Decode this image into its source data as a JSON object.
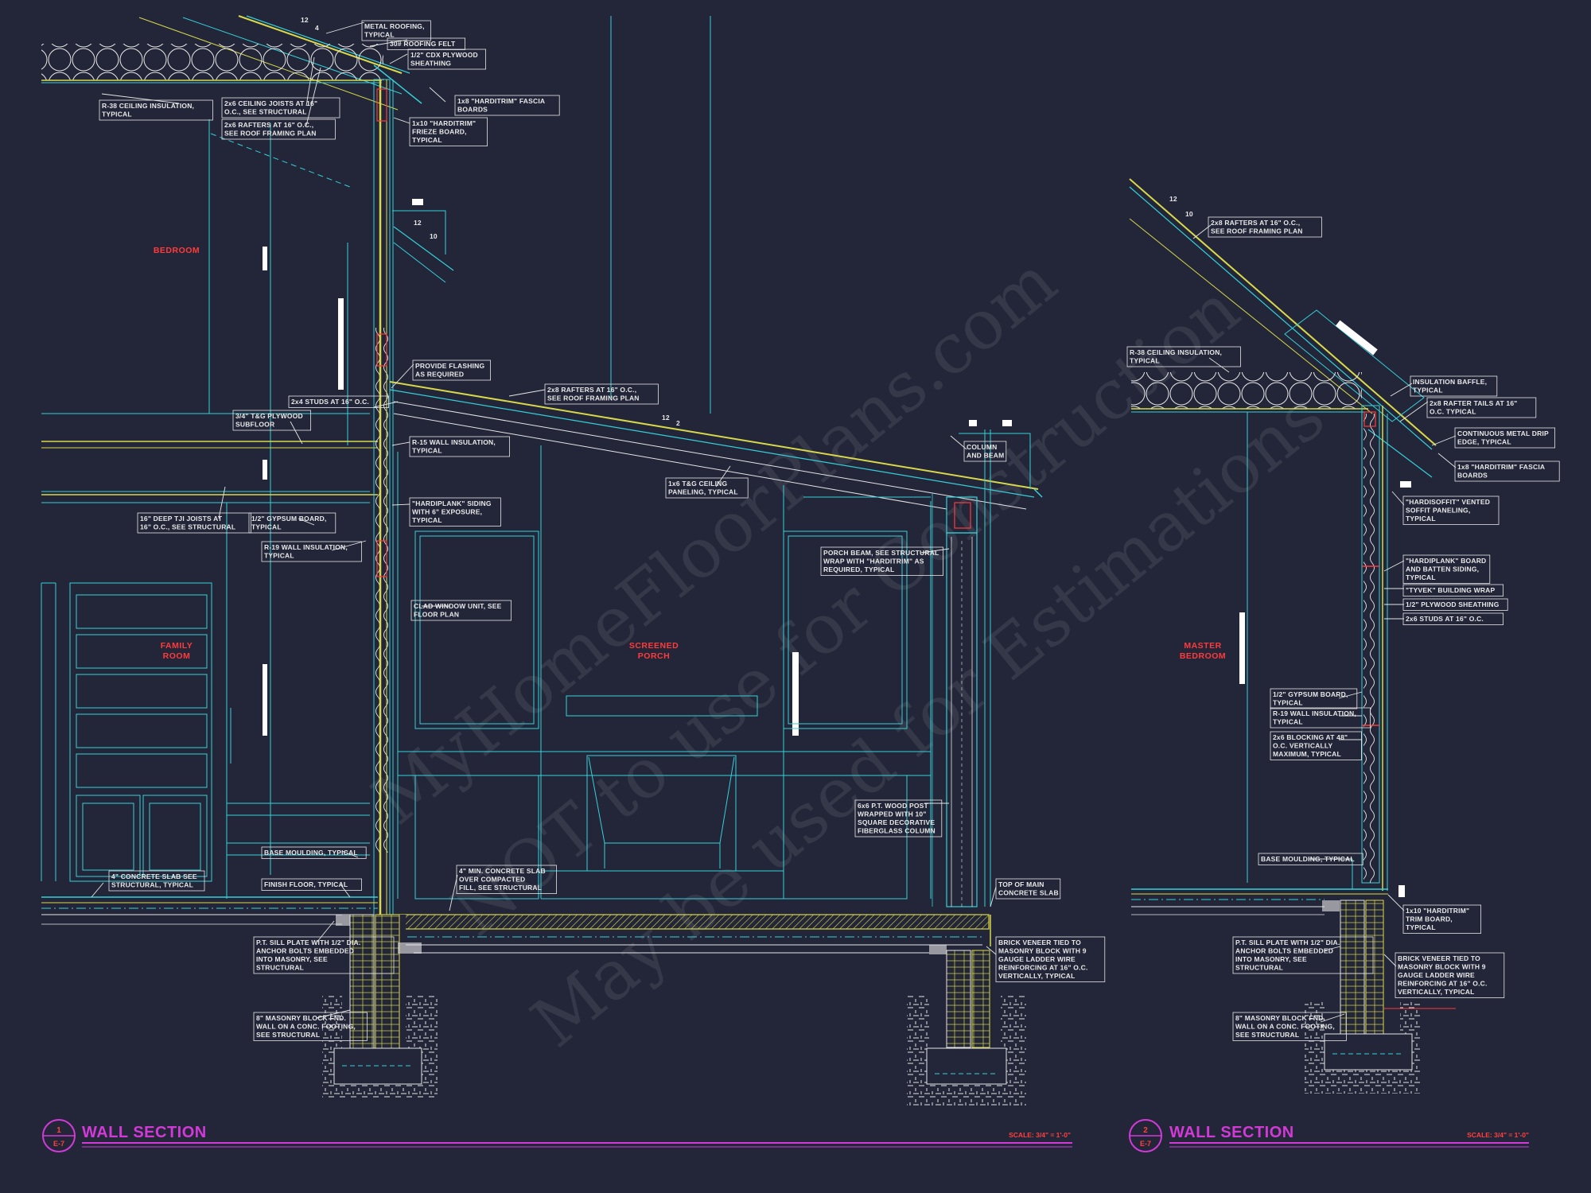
{
  "watermark": {
    "line1": "MyHomeFloorPlans.com",
    "line2": "NOT to use for Construction",
    "line3": "May be used for Estimations"
  },
  "section1": {
    "title": "WALL SECTION",
    "detail_number": "1",
    "sheet_ref": "E-7",
    "scale": "SCALE: 3/4\" = 1'-0\"",
    "rooms": {
      "bedroom": "BEDROOM",
      "family_room_1": "FAMILY",
      "family_room_2": "ROOM",
      "porch_1": "SCREENED",
      "porch_2": "PORCH"
    },
    "slopes": {
      "main_roof_run": "12",
      "main_roof_rise": "4",
      "gable_run": "12",
      "gable_rise": "10",
      "porch_run": "12",
      "porch_rise": "2"
    },
    "notes": [
      {
        "id": "metal-roofing",
        "lines": [
          "METAL ROOFING,",
          "TYPICAL"
        ]
      },
      {
        "id": "roofing-felt",
        "lines": [
          "30# ROOFING FELT"
        ]
      },
      {
        "id": "plywood-sheathing",
        "lines": [
          "1/2\" CDX PLYWOOD",
          "SHEATHING"
        ]
      },
      {
        "id": "fascia",
        "lines": [
          "1x8 \"HARDITRIM\" FASCIA",
          "BOARDS"
        ]
      },
      {
        "id": "frieze",
        "lines": [
          "1x10 \"HARDITRIM\"",
          "FRIEZE BOARD,",
          "TYPICAL"
        ]
      },
      {
        "id": "ceiling-insulation",
        "lines": [
          "R-38 CEILING INSULATION,",
          "TYPICAL"
        ]
      },
      {
        "id": "ceiling-joists",
        "lines": [
          "2x6 CEILING JOISTS AT 16\"",
          "O.C., SEE STRUCTURAL"
        ]
      },
      {
        "id": "rafters",
        "lines": [
          "2x6 RAFTERS AT 16\" O.C.,",
          "SEE ROOF FRAMING PLAN"
        ]
      },
      {
        "id": "flashing",
        "lines": [
          "PROVIDE FLASHING",
          "AS REQUIRED"
        ]
      },
      {
        "id": "porch-rafters",
        "lines": [
          "2x8 RAFTERS AT 16\" O.C.,",
          "SEE ROOF FRAMING PLAN"
        ]
      },
      {
        "id": "studs",
        "lines": [
          "2x4 STUDS AT 16\" O.C."
        ]
      },
      {
        "id": "subfloor",
        "lines": [
          "3/4\" T&G PLYWOOD",
          "SUBFLOOR"
        ]
      },
      {
        "id": "r15-insulation",
        "lines": [
          "R-15 WALL INSULATION,",
          "TYPICAL"
        ]
      },
      {
        "id": "column-beam",
        "lines": [
          "COLUMN",
          "AND BEAM"
        ]
      },
      {
        "id": "ceiling-paneling",
        "lines": [
          "1x6 T&G CEILING",
          "PANELING, TYPICAL"
        ]
      },
      {
        "id": "tji-joists",
        "lines": [
          "16\" DEEP TJI JOISTS AT",
          "16\" O.C., SEE STRUCTURAL"
        ]
      },
      {
        "id": "gypsum",
        "lines": [
          "1/2\" GYPSUM BOARD,",
          "TYPICAL"
        ]
      },
      {
        "id": "hardiplank",
        "lines": [
          "\"HARDIPLANK\" SIDING",
          "WITH 6\" EXPOSURE,",
          "TYPICAL"
        ]
      },
      {
        "id": "porch-beam",
        "lines": [
          "PORCH BEAM, SEE STRUCTURAL",
          "WRAP WITH \"HARDITRIM\" AS",
          "REQUIRED, TYPICAL"
        ]
      },
      {
        "id": "r19-insulation",
        "lines": [
          "R-19 WALL INSULATION,",
          "TYPICAL"
        ]
      },
      {
        "id": "window",
        "lines": [
          "CLAD WINDOW UNIT, SEE",
          "FLOOR PLAN"
        ]
      },
      {
        "id": "wood-post",
        "lines": [
          "6x6 P.T. WOOD POST",
          "WRAPPED WITH 10\"",
          "SQUARE DECORATIVE",
          "FIBERGLASS COLUMN"
        ]
      },
      {
        "id": "base-moulding",
        "lines": [
          "BASE MOULDING, TYPICAL"
        ]
      },
      {
        "id": "concrete-slab",
        "lines": [
          "4\" CONCRETE SLAB SEE",
          "STRUCTURAL, TYPICAL"
        ]
      },
      {
        "id": "finish-floor",
        "lines": [
          "FINISH FLOOR, TYPICAL"
        ]
      },
      {
        "id": "porch-slab",
        "lines": [
          "4\" MIN. CONCRETE SLAB",
          "OVER COMPACTED",
          "FILL, SEE STRUCTURAL"
        ]
      },
      {
        "id": "top-main-slab",
        "lines": [
          "TOP OF MAIN",
          "CONCRETE SLAB"
        ]
      },
      {
        "id": "sill-plate",
        "lines": [
          "P.T. SILL PLATE WITH 1/2\" DIA.",
          "ANCHOR BOLTS EMBEDDED",
          "INTO MASONRY, SEE",
          "STRUCTURAL"
        ]
      },
      {
        "id": "brick-veneer",
        "lines": [
          "BRICK VENEER TIED TO",
          "MASONRY BLOCK WITH 9",
          "GAUGE LADDER WIRE",
          "REINFORCING AT 16\" O.C.",
          "VERTICALLY, TYPICAL"
        ]
      },
      {
        "id": "masonry-block",
        "lines": [
          "8\" MASONRY BLOCK FND.",
          "WALL ON A CONC. FOOTING,",
          "SEE STRUCTURAL"
        ]
      }
    ]
  },
  "section2": {
    "title": "WALL SECTION",
    "detail_number": "2",
    "sheet_ref": "E-7",
    "scale": "SCALE: 3/4\" = 1'-0\"",
    "rooms": {
      "master_1": "MASTER",
      "master_2": "BEDROOM"
    },
    "slopes": {
      "run": "12",
      "rise": "10"
    },
    "notes": [
      {
        "id": "rafters",
        "lines": [
          "2x8 RAFTERS AT 16\" O.C.,",
          "SEE ROOF FRAMING PLAN"
        ]
      },
      {
        "id": "ceiling-insulation",
        "lines": [
          "R-38 CEILING INSULATION,",
          "TYPICAL"
        ]
      },
      {
        "id": "baffle",
        "lines": [
          "INSULATION BAFFLE,",
          "TYPICAL"
        ]
      },
      {
        "id": "rafter-tails",
        "lines": [
          "2x8 RAFTER TAILS AT 16\"",
          "O.C. TYPICAL"
        ]
      },
      {
        "id": "drip-edge",
        "lines": [
          "CONTINUOUS METAL DRIP",
          "EDGE, TYPICAL"
        ]
      },
      {
        "id": "fascia",
        "lines": [
          "1x8 \"HARDITRIM\" FASCIA",
          "BOARDS"
        ]
      },
      {
        "id": "soffit",
        "lines": [
          "\"HARDISOFFIT\" VENTED",
          "SOFFIT PANELING,",
          "TYPICAL"
        ]
      },
      {
        "id": "board-batten",
        "lines": [
          "\"HARDIPLANK\" BOARD",
          "AND BATTEN SIDING,",
          "TYPICAL"
        ]
      },
      {
        "id": "tyvek",
        "lines": [
          "\"TYVEK\" BUILDING WRAP"
        ]
      },
      {
        "id": "plywood",
        "lines": [
          "1/2\" PLYWOOD SHEATHING"
        ]
      },
      {
        "id": "studs",
        "lines": [
          "2x6 STUDS AT 16\" O.C."
        ]
      },
      {
        "id": "gypsum",
        "lines": [
          "1/2\" GYPSUM BOARD,",
          "TYPICAL"
        ]
      },
      {
        "id": "r19",
        "lines": [
          "R-19 WALL INSULATION,",
          "TYPICAL"
        ]
      },
      {
        "id": "blocking",
        "lines": [
          "2x6 BLOCKING AT 48\"",
          "O.C. VERTICALLY",
          "MAXIMUM, TYPICAL"
        ]
      },
      {
        "id": "base-moulding",
        "lines": [
          "BASE MOULDING, TYPICAL"
        ]
      },
      {
        "id": "trim-board",
        "lines": [
          "1x10 \"HARDITRIM\"",
          "TRIM BOARD,",
          "TYPICAL"
        ]
      },
      {
        "id": "sill-plate",
        "lines": [
          "P.T. SILL PLATE WITH 1/2\" DIA.",
          "ANCHOR BOLTS EMBEDDED",
          "INTO MASONRY, SEE",
          "STRUCTURAL"
        ]
      },
      {
        "id": "brick-veneer",
        "lines": [
          "BRICK VENEER TIED TO",
          "MASONRY BLOCK WITH 9",
          "GAUGE LADDER WIRE",
          "REINFORCING AT 16\" O.C.",
          "VERTICALLY, TYPICAL"
        ]
      },
      {
        "id": "masonry-block",
        "lines": [
          "8\" MASONRY BLOCK FND.",
          "WALL ON A CONC. FOOTING,",
          "SEE STRUCTURAL"
        ]
      }
    ]
  },
  "colors": {
    "background": "#232638",
    "cyan": "#35d0d8",
    "yellow": "#d8d84a",
    "white": "#e6e6e6",
    "red": "#ff3b3b",
    "magenta": "#d23ad8"
  }
}
